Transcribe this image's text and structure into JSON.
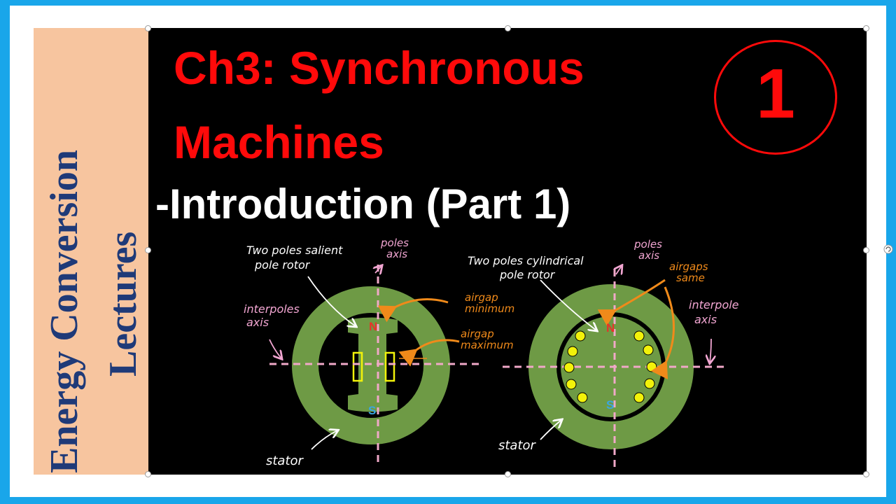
{
  "side_title": {
    "line1": "Energy Conversion",
    "line2": "Lectures"
  },
  "title": {
    "line1": "Ch3: Synchronous",
    "line2": "Machines"
  },
  "subtitle": "-Introduction (Part 1)",
  "badge_number": "1",
  "diagram_left": {
    "rotor_label_line1": "Two poles salient",
    "rotor_label_line2": "pole rotor",
    "poles_axis_line1": "poles",
    "poles_axis_line2": "axis",
    "interpoles_line1": "interpoles",
    "interpoles_line2": "axis",
    "airgap_min_line1": "airgap",
    "airgap_min_line2": "minimum",
    "airgap_max_line1": "airgap",
    "airgap_max_line2": "maximum",
    "north": "N",
    "south": "S",
    "stator": "stator"
  },
  "diagram_right": {
    "rotor_label_line1": "Two poles cylindrical",
    "rotor_label_line2": "pole rotor",
    "poles_axis_line1": "poles",
    "poles_axis_line2": "axis",
    "airgaps_line1": "airgaps",
    "airgaps_line2": "same",
    "interpole_line1": "interpole",
    "interpole_line2": "axis",
    "north": "N",
    "south": "S",
    "stator": "stator"
  },
  "colors": {
    "stator_green": "#6e9a45",
    "axis_pink": "#f0a8c8",
    "label_pink": "#f2a6d2",
    "arrow_orange": "#f08a1a",
    "coil_yellow": "#f2f20a",
    "north_red": "#e8322a",
    "south_blue": "#3aa6e0"
  }
}
